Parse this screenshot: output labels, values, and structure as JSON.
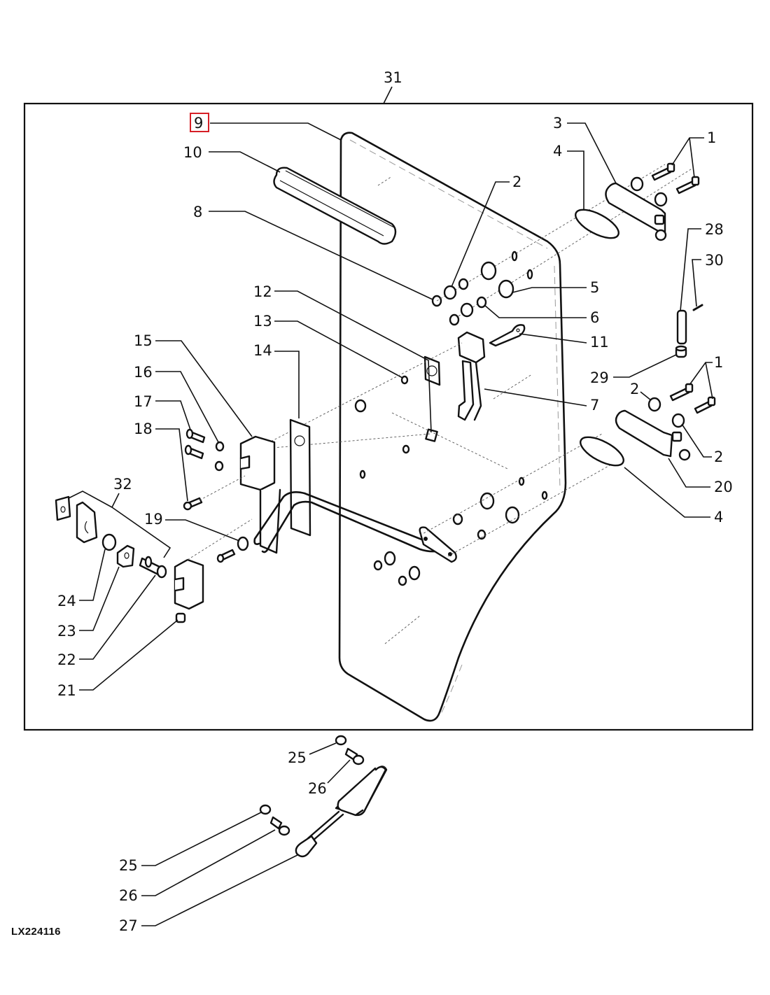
{
  "drawing": {
    "id": "LX224116",
    "highlighted_callout": "9",
    "highlight_color": "#d61f26",
    "line_color": "#111111"
  },
  "callouts": {
    "c31": "31",
    "c9": "9",
    "c10": "10",
    "c8": "8",
    "c3": "3",
    "c4a": "4",
    "c1a": "1",
    "c2a": "2",
    "c28": "28",
    "c30": "30",
    "c5": "5",
    "c6": "6",
    "c11": "11",
    "c12": "12",
    "c13": "13",
    "c14": "14",
    "c15": "15",
    "c16": "16",
    "c17": "17",
    "c18": "18",
    "c29": "29",
    "c1b": "1",
    "c2b": "2",
    "c7": "7",
    "c2c": "2",
    "c20": "20",
    "c4b": "4",
    "c32": "32",
    "c19": "19",
    "c24": "24",
    "c23": "23",
    "c22": "22",
    "c21": "21",
    "c25a": "25",
    "c26a": "26",
    "c25b": "25",
    "c26b": "26",
    "c27": "27"
  },
  "parts": [
    {
      "callout": "1",
      "name": "bolt"
    },
    {
      "callout": "2",
      "name": "washer"
    },
    {
      "callout": "3",
      "name": "hinge"
    },
    {
      "callout": "4",
      "name": "hinge-gasket"
    },
    {
      "callout": "5",
      "name": "washer"
    },
    {
      "callout": "6",
      "name": "nut"
    },
    {
      "callout": "7",
      "name": "door-handle"
    },
    {
      "callout": "8",
      "name": "nut"
    },
    {
      "callout": "9",
      "name": "door-glass"
    },
    {
      "callout": "10",
      "name": "seal-strip"
    },
    {
      "callout": "11",
      "name": "key"
    },
    {
      "callout": "12",
      "name": "lock-plate"
    },
    {
      "callout": "13",
      "name": "nut"
    },
    {
      "callout": "14",
      "name": "backing-plate"
    },
    {
      "callout": "15",
      "name": "latch"
    },
    {
      "callout": "16",
      "name": "washer"
    },
    {
      "callout": "17",
      "name": "screw"
    },
    {
      "callout": "18",
      "name": "screw"
    },
    {
      "callout": "19",
      "name": "washer"
    },
    {
      "callout": "20",
      "name": "hinge"
    },
    {
      "callout": "21",
      "name": "nut"
    },
    {
      "callout": "22",
      "name": "striker-pin"
    },
    {
      "callout": "23",
      "name": "bracket"
    },
    {
      "callout": "24",
      "name": "washer"
    },
    {
      "callout": "25",
      "name": "clip"
    },
    {
      "callout": "26",
      "name": "ball-stud"
    },
    {
      "callout": "27",
      "name": "gas-strut"
    },
    {
      "callout": "28",
      "name": "hinge-pin"
    },
    {
      "callout": "29",
      "name": "cap"
    },
    {
      "callout": "30",
      "name": "roll-pin"
    },
    {
      "callout": "31",
      "name": "door-assembly"
    },
    {
      "callout": "32",
      "name": "latch-kit"
    }
  ]
}
